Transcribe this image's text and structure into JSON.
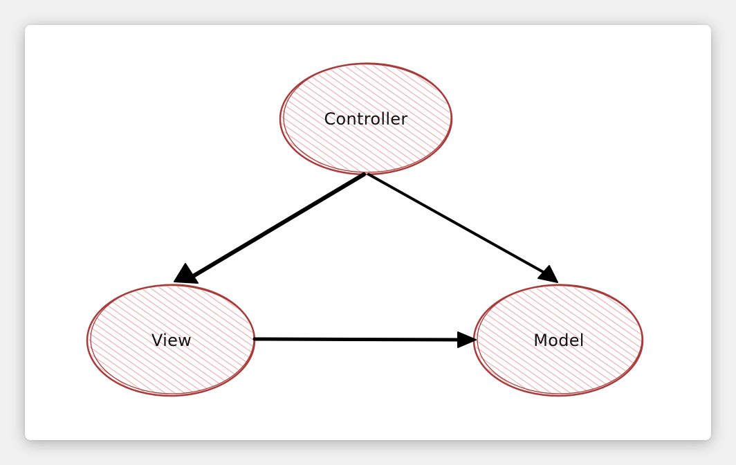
{
  "diagram": {
    "nodes": {
      "controller": {
        "label": "Controller"
      },
      "view": {
        "label": "View"
      },
      "model": {
        "label": "Model"
      }
    },
    "edges": [
      {
        "from": "Controller",
        "to": "View"
      },
      {
        "from": "Controller",
        "to": "Model"
      },
      {
        "from": "View",
        "to": "Model"
      }
    ],
    "colors": {
      "node_fill": "#f4b4b4",
      "node_stroke": "#a93b3b",
      "arrow": "#000000",
      "background": "#ffffff"
    }
  }
}
